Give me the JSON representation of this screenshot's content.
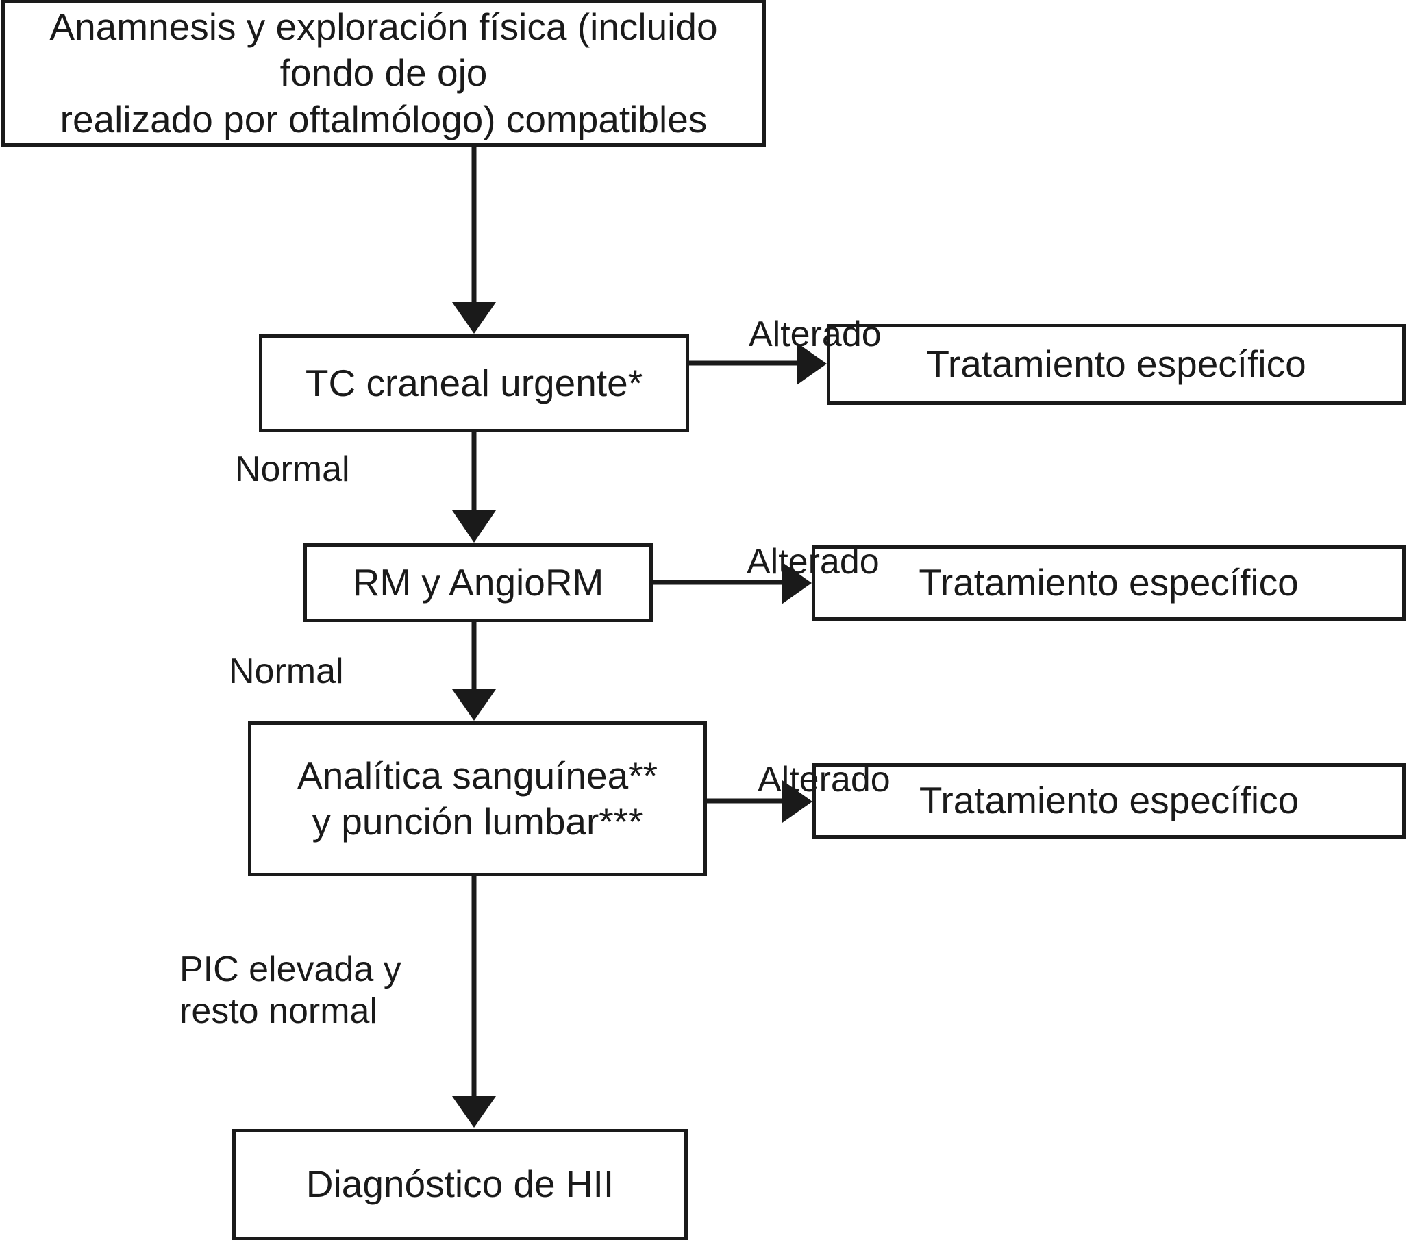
{
  "diagram": {
    "title": "Algoritmo diagnóstico de la hipertensión intracraneal idiopática",
    "nodes": {
      "anamnesis": "Anamnesis y exploración física (incluido fondo de ojo\nrealizado por oftalmólogo) compatibles",
      "tc_craneal": "TC craneal urgente*",
      "rm_angiorm": "RM y AngioRM",
      "analitica": "Analítica sanguínea**\ny punción lumbar***",
      "diagnostico": "Diagnóstico de HII",
      "tratamiento_1": "Tratamiento  específico",
      "tratamiento_2": "Tratamiento específico",
      "tratamiento_3": "Tratamiento específico"
    },
    "edge_labels": {
      "alterado_1": "Alterado",
      "alterado_2": "Alterado",
      "alterado_3": "Alterado",
      "normal_1": "Normal",
      "normal_2": "Normal",
      "pic_elevada": "PIC elevada y\nresto normal"
    },
    "colors": {
      "stroke": "#1a1a1a",
      "fill": "#ffffff",
      "text": "#1a1a1a"
    }
  }
}
